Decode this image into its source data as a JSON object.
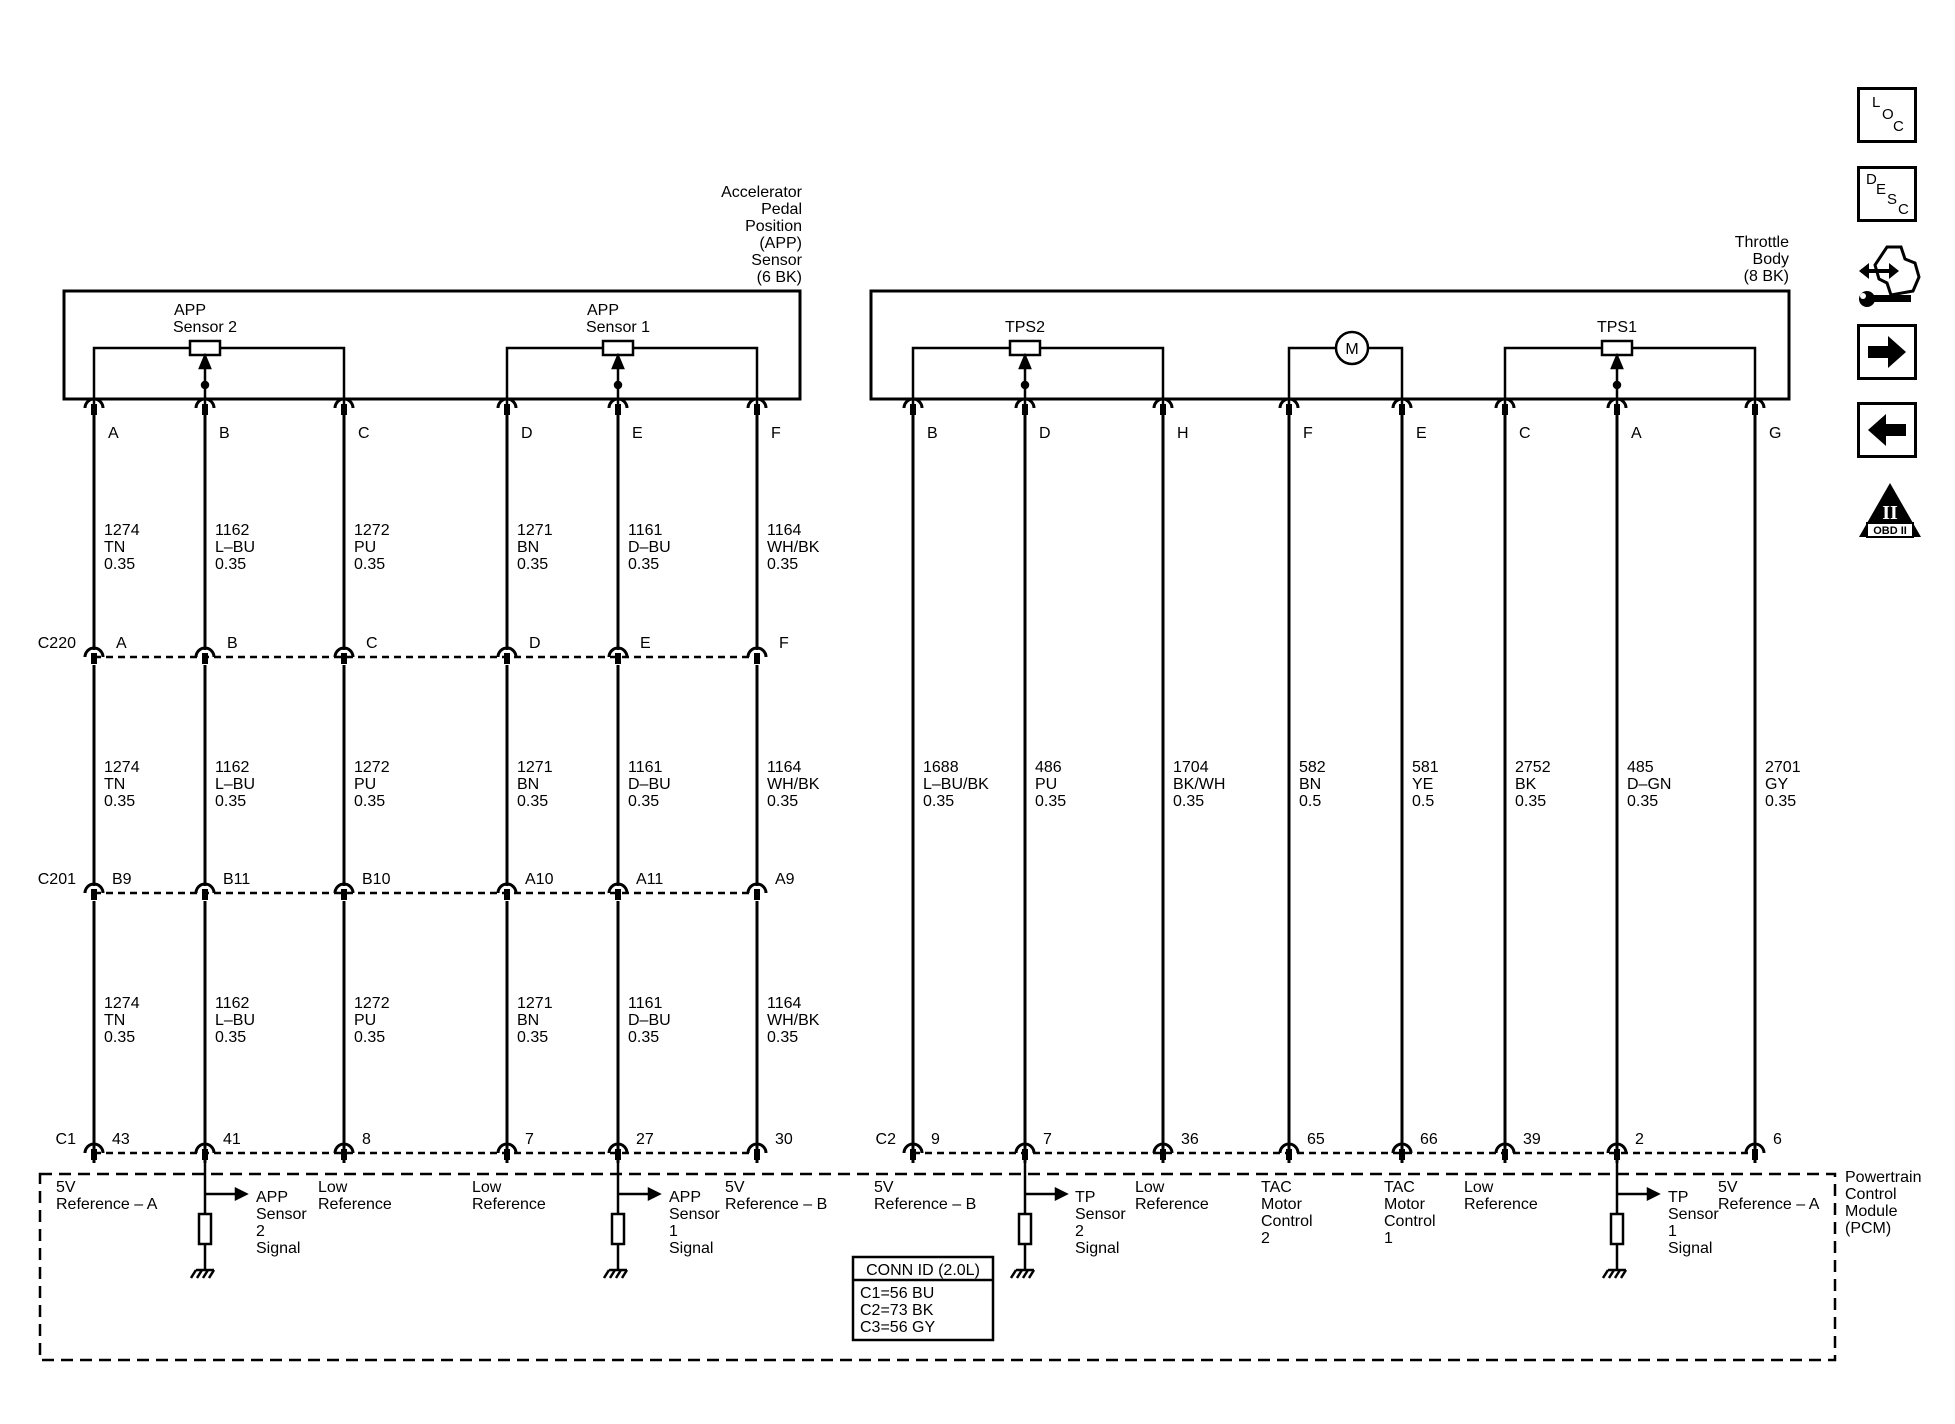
{
  "app_sensor": {
    "title": [
      "Accelerator",
      "Pedal",
      "Position",
      "(APP)",
      "Sensor",
      "(6 BK)"
    ],
    "sensor2_label": [
      "APP",
      "Sensor 2"
    ],
    "sensor1_label": [
      "APP",
      "Sensor 1"
    ]
  },
  "throttle_body": {
    "title": [
      "Throttle",
      "Body",
      "(8 BK)"
    ],
    "tps2_label": "TPS2",
    "tps1_label": "TPS1",
    "motor_label": "M"
  },
  "left_circuits": [
    {
      "pin": "A",
      "circuit": "1274",
      "color": "TN",
      "gauge": "0.35",
      "c220_pin": "A",
      "c201_pin": "B9",
      "pcm_pin": "43"
    },
    {
      "pin": "B",
      "circuit": "1162",
      "color": "L–BU",
      "gauge": "0.35",
      "c220_pin": "B",
      "c201_pin": "B11",
      "pcm_pin": "41"
    },
    {
      "pin": "C",
      "circuit": "1272",
      "color": "PU",
      "gauge": "0.35",
      "c220_pin": "C",
      "c201_pin": "B10",
      "pcm_pin": "8"
    },
    {
      "pin": "D",
      "circuit": "1271",
      "color": "BN",
      "gauge": "0.35",
      "c220_pin": "D",
      "c201_pin": "A10",
      "pcm_pin": "7"
    },
    {
      "pin": "E",
      "circuit": "1161",
      "color": "D–BU",
      "gauge": "0.35",
      "c220_pin": "E",
      "c201_pin": "A11",
      "pcm_pin": "27"
    },
    {
      "pin": "F",
      "circuit": "1164",
      "color": "WH/BK",
      "gauge": "0.35",
      "c220_pin": "F",
      "c201_pin": "A9",
      "pcm_pin": "30"
    }
  ],
  "right_circuits": [
    {
      "pin": "B",
      "circuit": "1688",
      "color": "L–BU/BK",
      "gauge": "0.35",
      "pcm_pin": "9"
    },
    {
      "pin": "D",
      "circuit": "486",
      "color": "PU",
      "gauge": "0.35",
      "pcm_pin": "7"
    },
    {
      "pin": "H",
      "circuit": "1704",
      "color": "BK/WH",
      "gauge": "0.35",
      "pcm_pin": "36"
    },
    {
      "pin": "F",
      "circuit": "582",
      "color": "BN",
      "gauge": "0.5",
      "pcm_pin": "65"
    },
    {
      "pin": "E",
      "circuit": "581",
      "color": "YE",
      "gauge": "0.5",
      "pcm_pin": "66"
    },
    {
      "pin": "C",
      "circuit": "2752",
      "color": "BK",
      "gauge": "0.35",
      "pcm_pin": "39"
    },
    {
      "pin": "A",
      "circuit": "485",
      "color": "D–GN",
      "gauge": "0.35",
      "pcm_pin": "2"
    },
    {
      "pin": "G",
      "circuit": "2701",
      "color": "GY",
      "gauge": "0.35",
      "pcm_pin": "6"
    }
  ],
  "connectors": {
    "c220": "C220",
    "c201": "C201",
    "c1": "C1",
    "c2": "C2"
  },
  "pcm": {
    "title": [
      "Powertrain",
      "Control",
      "Module",
      "(PCM)"
    ],
    "functions": {
      "ref_a_left": [
        "5V",
        "Reference – A"
      ],
      "app2_signal": [
        "APP",
        "Sensor",
        "2",
        "Signal"
      ],
      "low_ref_1": [
        "Low",
        "Reference"
      ],
      "low_ref_2": [
        "Low",
        "Reference"
      ],
      "app1_signal": [
        "APP",
        "Sensor",
        "1",
        "Signal"
      ],
      "ref_b_left": [
        "5V",
        "Reference – B"
      ],
      "ref_b_right": [
        "5V",
        "Reference – B"
      ],
      "tp2_signal": [
        "TP",
        "Sensor",
        "2",
        "Signal"
      ],
      "low_ref_3": [
        "Low",
        "Reference"
      ],
      "tac2": [
        "TAC",
        "Motor",
        "Control",
        "2"
      ],
      "tac1": [
        "TAC",
        "Motor",
        "Control",
        "1"
      ],
      "low_ref_4": [
        "Low",
        "Reference"
      ],
      "tp1_signal": [
        "TP",
        "Sensor",
        "1",
        "Signal"
      ],
      "ref_a_right": [
        "5V",
        "Reference – A"
      ]
    },
    "conn_id": {
      "title": "CONN ID (2.0L)",
      "lines": [
        "C1=56 BU",
        "C2=73 BK",
        "C3=56 GY"
      ]
    }
  },
  "nav": {
    "loc": [
      "L",
      "O",
      "C"
    ],
    "desc": [
      "D",
      "E",
      "S",
      "C"
    ],
    "obd": {
      "top": "II",
      "bottom": "OBD II"
    }
  }
}
